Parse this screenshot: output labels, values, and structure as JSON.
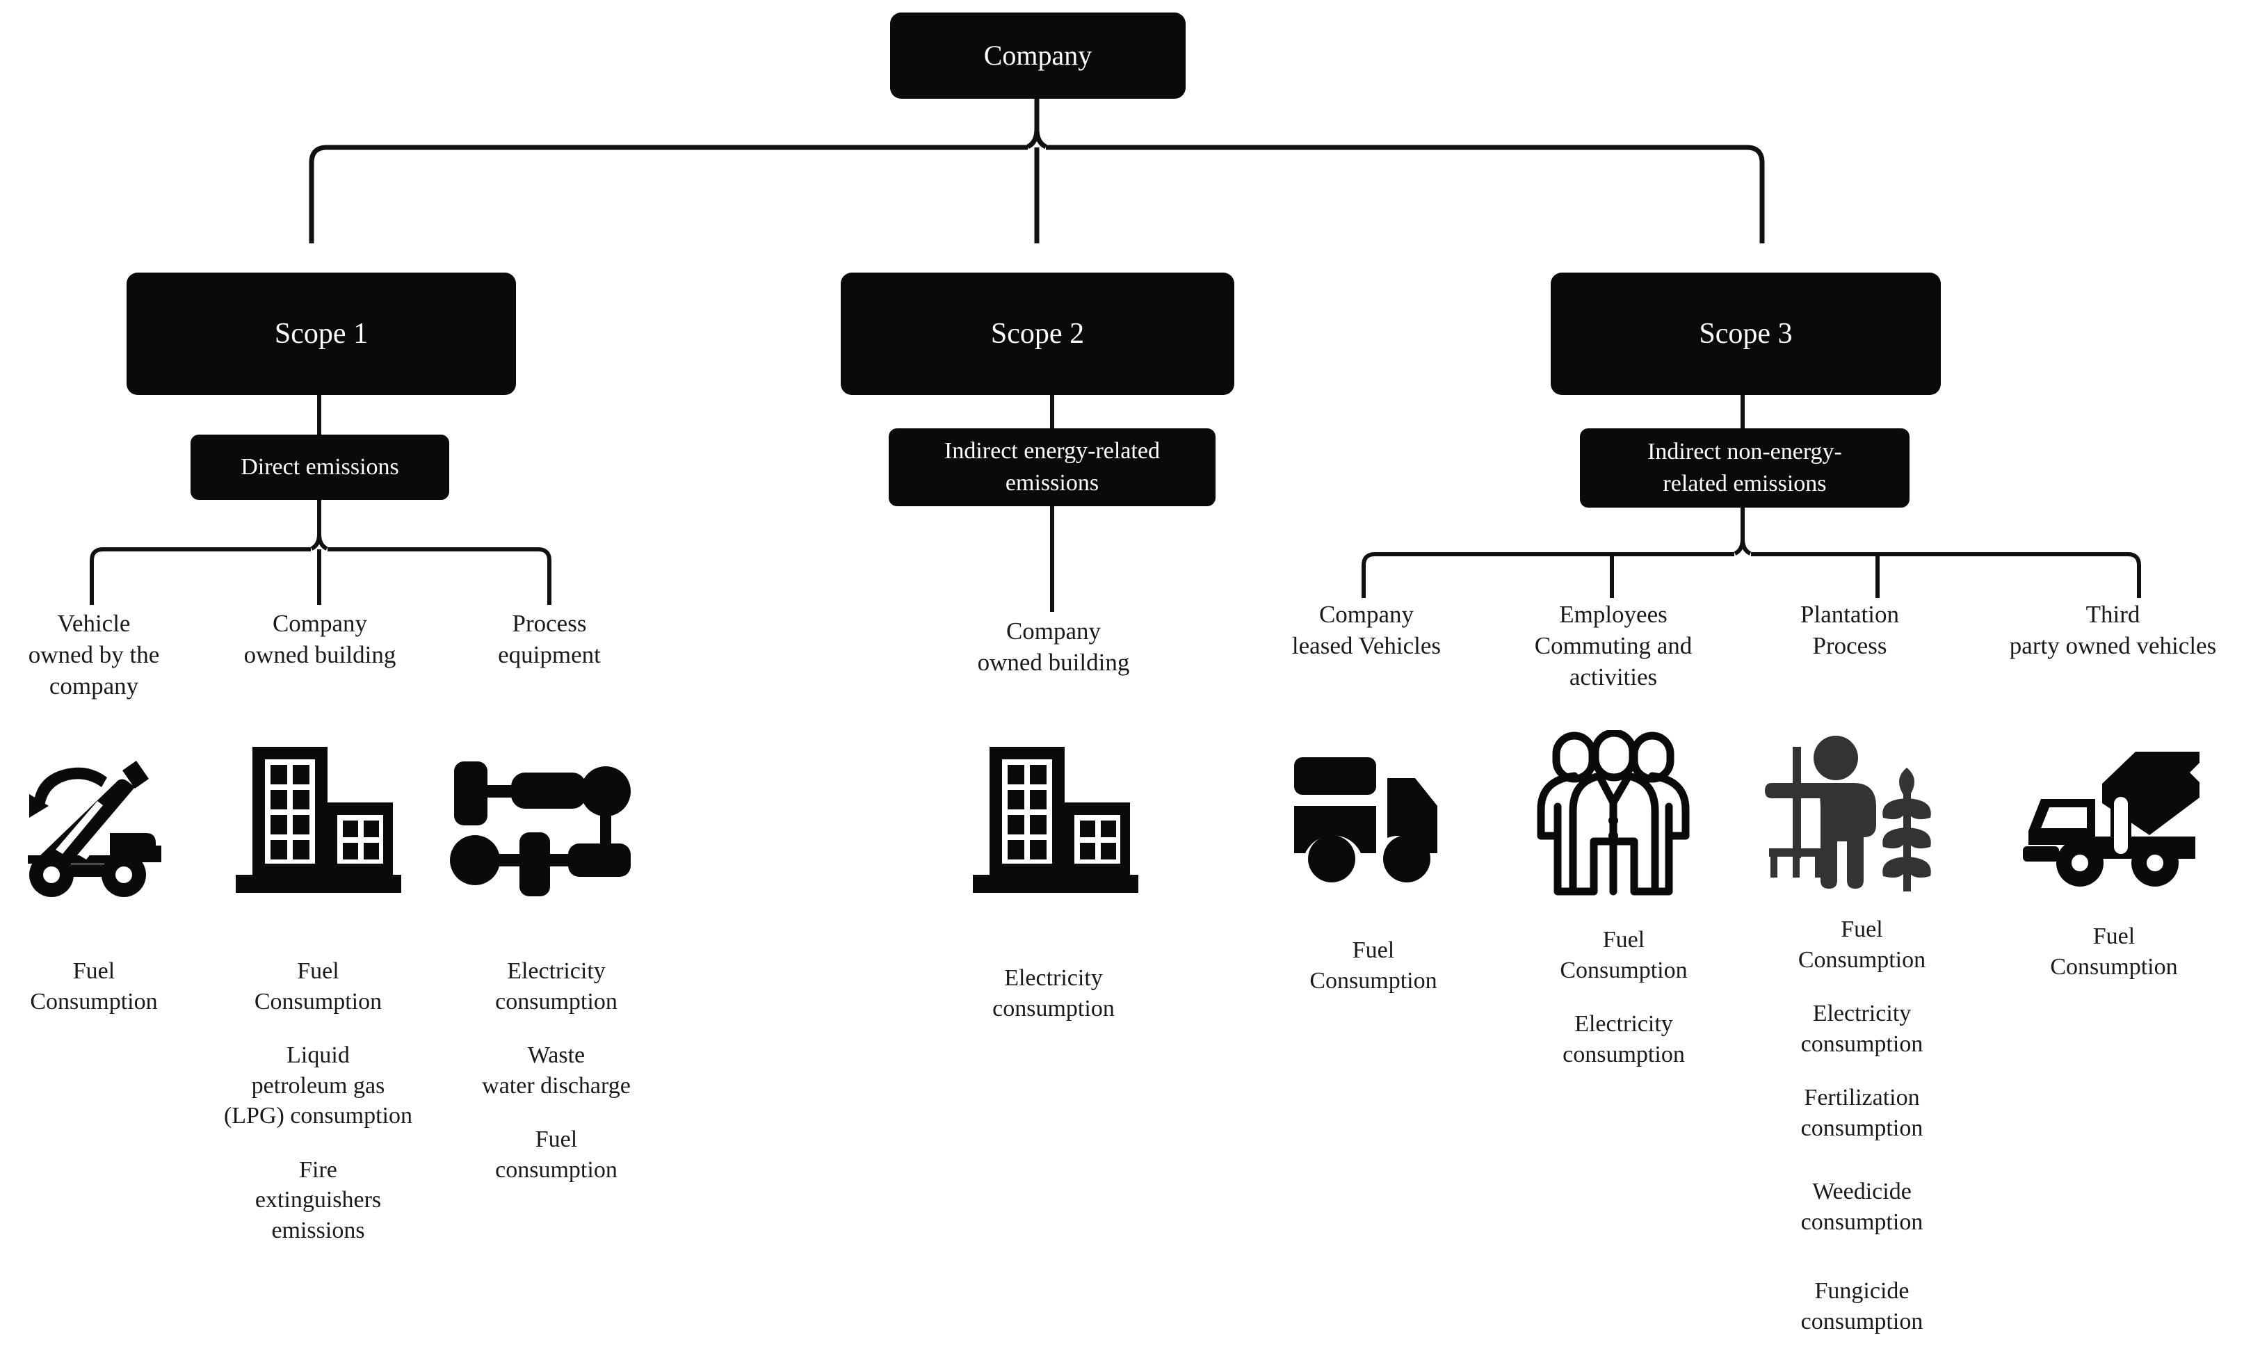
{
  "diagram": {
    "title_node": "Company",
    "scopes": [
      {
        "id": "scope1",
        "label": "Scope 1",
        "sublabel": "Direct emissions",
        "categories": [
          {
            "label": "Vehicle\nowned by the\ncompany",
            "icon": "dump-truck-icon",
            "items": [
              "Fuel\nConsumption"
            ]
          },
          {
            "label": "Company\nowned building",
            "icon": "office-building-icon",
            "items": [
              "Fuel\nConsumption",
              "Liquid\npetroleum gas\n(LPG) consumption",
              "Fire\nextinguishers\nemissions"
            ]
          },
          {
            "label": "Process\nequipment",
            "icon": "process-equipment-icon",
            "items": [
              "Electricity\nconsumption",
              "Waste\nwater discharge",
              "Fuel\nconsumption"
            ]
          }
        ]
      },
      {
        "id": "scope2",
        "label": "Scope 2",
        "sublabel": "Indirect energy-related\nemissions",
        "categories": [
          {
            "label": "Company\nowned building",
            "icon": "office-building-icon",
            "items": [
              "Electricity\nconsumption"
            ]
          }
        ]
      },
      {
        "id": "scope3",
        "label": "Scope 3",
        "sublabel": "Indirect non-energy-\nrelated emissions",
        "categories": [
          {
            "label": "Company\nleased Vehicles",
            "icon": "delivery-truck-icon",
            "items": [
              "Fuel\nConsumption"
            ]
          },
          {
            "label": "Employees\nCommuting and\nactivities",
            "icon": "employees-group-icon",
            "items": [
              "Fuel\nConsumption",
              "Electricity\nconsumption"
            ]
          },
          {
            "label": "Plantation\nProcess",
            "icon": "farmer-plant-icon",
            "items": [
              "Fuel\nConsumption",
              "Electricity\nconsumption",
              "Fertilization\nconsumption",
              "Weedicide\nconsumption",
              "Fungicide\nconsumption"
            ]
          },
          {
            "label": "Third\nparty owned vehicles",
            "icon": "cement-mixer-truck-icon",
            "items": [
              "Fuel\nConsumption"
            ]
          }
        ]
      }
    ],
    "colors": {
      "box_fill": "#0a0a0a",
      "box_text": "#ffffff",
      "line": "#111111",
      "label_text": "#1a1a1a",
      "icon_dark": "#0a0a0a",
      "icon_gray": "#333333",
      "background": "#ffffff"
    }
  }
}
